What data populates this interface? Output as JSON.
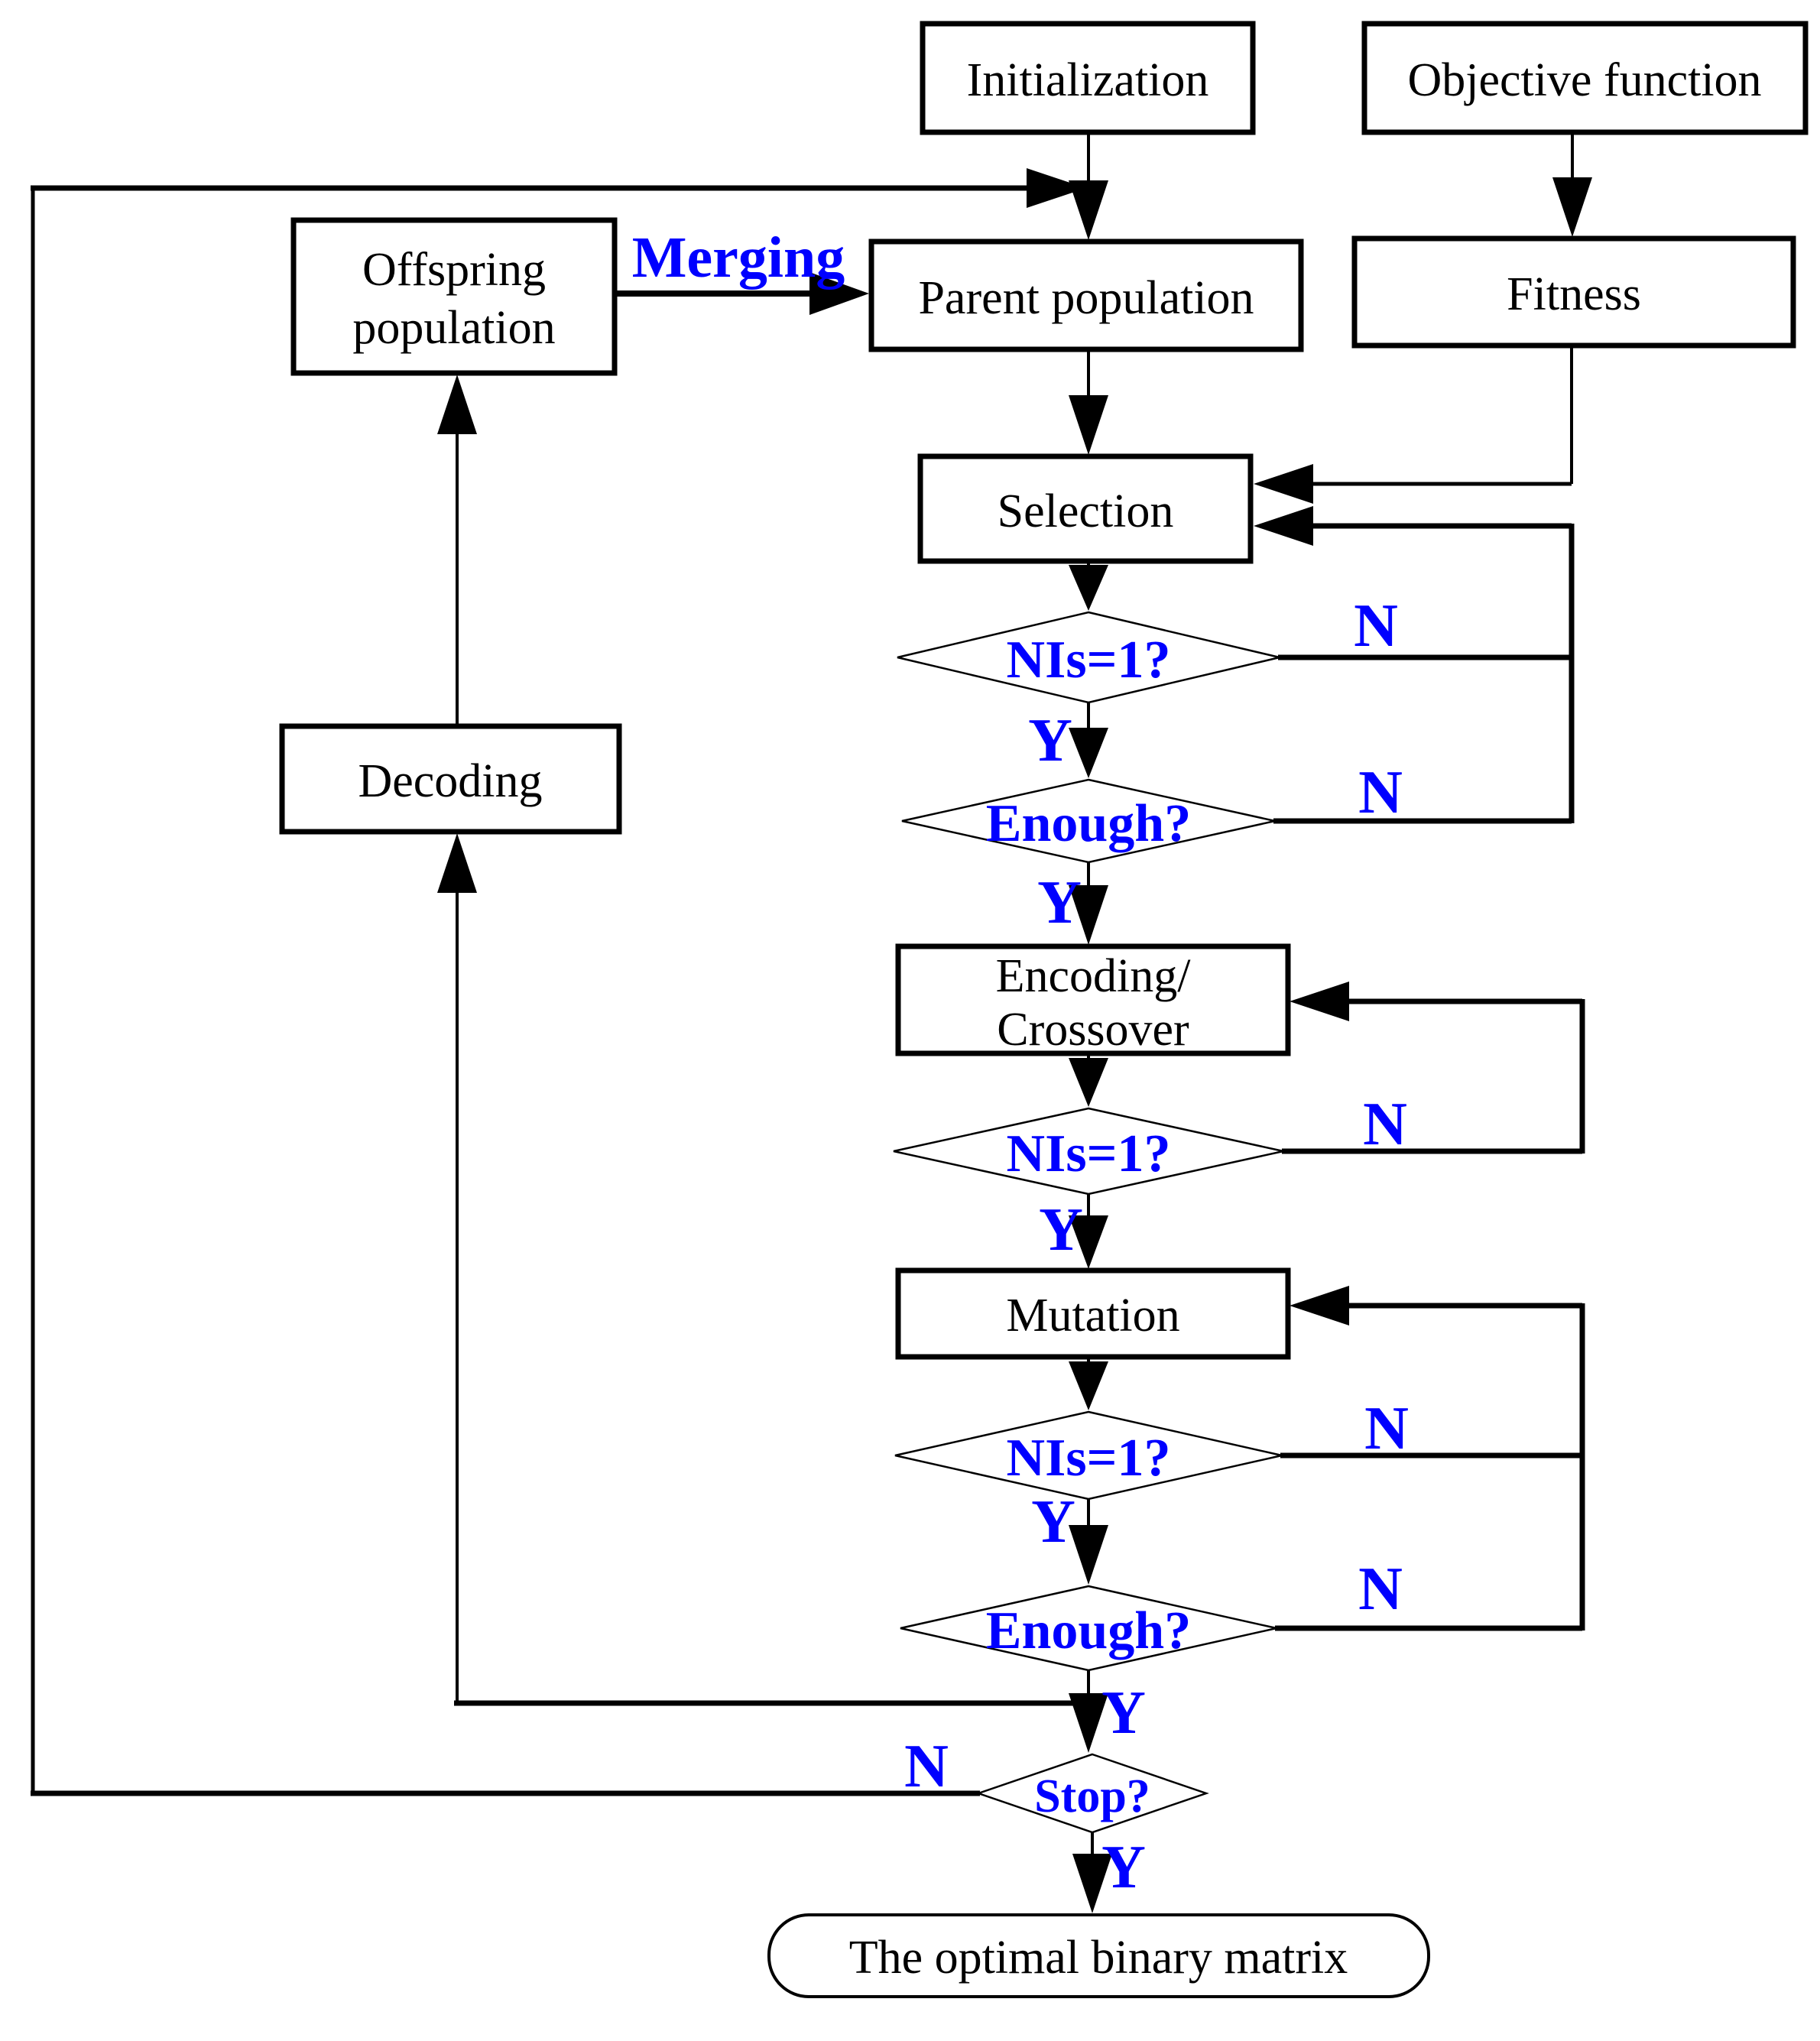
{
  "figure": {
    "type": "flowchart",
    "background": "#FFFFFF"
  },
  "colors": {
    "node_border": "#000000",
    "node_text": "#000000",
    "connector": "#000000",
    "branch_label": "#0000FF"
  },
  "labels": {
    "yes": "Y",
    "no": "N",
    "merging": "Merging"
  },
  "nodes": {
    "initialization": {
      "shape": "process",
      "label": "Initialization"
    },
    "objective_function": {
      "shape": "process",
      "label": "Objective function"
    },
    "offspring_population": {
      "shape": "process",
      "line1": "Offspring",
      "line2": "population"
    },
    "parent_population": {
      "shape": "process",
      "label": "Parent population"
    },
    "fitness": {
      "shape": "process",
      "label": "Fitness"
    },
    "selection": {
      "shape": "process",
      "label": "Selection"
    },
    "nis1_after_selection": {
      "shape": "decision",
      "label": "NIs=1?"
    },
    "enough_after_selection": {
      "shape": "decision",
      "label": "Enough?"
    },
    "encoding_crossover": {
      "shape": "process",
      "line1": "Encoding/",
      "line2": "Crossover"
    },
    "nis1_after_crossover": {
      "shape": "decision",
      "label": "NIs=1?"
    },
    "mutation": {
      "shape": "process",
      "label": "Mutation"
    },
    "nis1_after_mutation": {
      "shape": "decision",
      "label": "NIs=1?"
    },
    "enough_after_mutation": {
      "shape": "decision",
      "label": "Enough?"
    },
    "decoding": {
      "shape": "process",
      "label": "Decoding"
    },
    "stop": {
      "shape": "decision",
      "label": "Stop?"
    },
    "optimal_binary_matrix": {
      "shape": "terminal",
      "label": "The optimal binary matrix"
    }
  }
}
